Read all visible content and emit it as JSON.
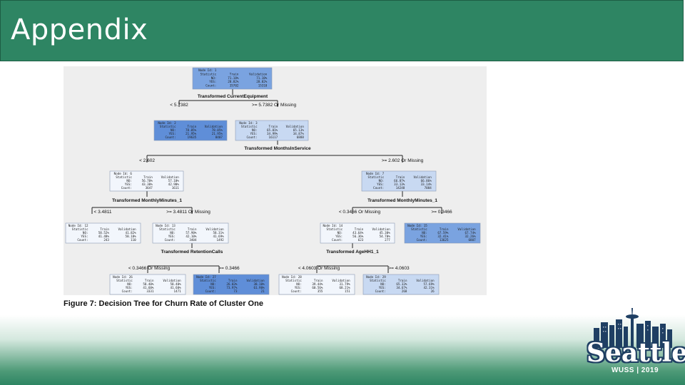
{
  "slide": {
    "title": "Appendix"
  },
  "figure": {
    "caption": "Figure 7: Decision Tree for Churn Rate of Cluster One",
    "nodes": {
      "n1": {
        "id": "1",
        "no": "71.18%",
        "no_v": "71.18%",
        "yes": "28.82%",
        "yes_v": "28.82%",
        "count": "35702",
        "count_v": "15310"
      },
      "n2": {
        "id": "2",
        "no": "78.05%",
        "no_v": "78.05%",
        "yes": "21.95%",
        "yes_v": "21.95%",
        "count": "19635",
        "count_v": "8407"
      },
      "n3": {
        "id": "3",
        "no": "65.01%",
        "no_v": "65.13%",
        "yes": "34.99%",
        "yes_v": "34.87%",
        "count": "16117",
        "count_v": "6888"
      },
      "n6": {
        "id": "6",
        "no": "56.70%",
        "no_v": "57.10%",
        "yes": "43.30%",
        "yes_v": "42.90%",
        "count": "3647",
        "count_v": "1611"
      },
      "n7": {
        "id": "7",
        "no": "66.87%",
        "no_v": "66.86%",
        "yes": "33.13%",
        "yes_v": "33.14%",
        "count": "14248",
        "count_v": "7084"
      },
      "n12": {
        "id": "12",
        "no": "58.52%",
        "no_v": "41.82%",
        "yes": "41.48%",
        "yes_v": "58.18%",
        "count": "243",
        "count_v": "110"
      },
      "n13": {
        "id": "13",
        "no": "57.90%",
        "no_v": "58.31%",
        "yes": "42.10%",
        "yes_v": "41.69%",
        "count": "3404",
        "count_v": "1492"
      },
      "n14": {
        "id": "14",
        "no": "43.64%",
        "no_v": "45.30%",
        "yes": "56.36%",
        "yes_v": "54.70%",
        "count": "623",
        "count_v": "277"
      },
      "n15": {
        "id": "15",
        "no": "67.59%",
        "no_v": "67.74%",
        "yes": "32.41%",
        "yes_v": "32.26%",
        "count": "13625",
        "count_v": "6807"
      },
      "n26": {
        "id": "26",
        "no": "58.40%",
        "no_v": "58.40%",
        "yes": "41.60%",
        "yes_v": "41.60%",
        "count": "3331",
        "count_v": "1471"
      },
      "n27": {
        "id": "27",
        "no": "26.03%",
        "no_v": "38.10%",
        "yes": "73.97%",
        "yes_v": "61.90%",
        "count": "73",
        "count_v": "21"
      },
      "n28": {
        "id": "28",
        "no": "39.44%",
        "no_v": "31.79%",
        "yes": "60.56%",
        "yes_v": "68.21%",
        "count": "355",
        "count_v": "151"
      },
      "n29": {
        "id": "29",
        "no": "65.33%",
        "no_v": "57.69%",
        "yes": "34.67%",
        "yes_v": "42.31%",
        "count": "268",
        "count_v": "26"
      }
    },
    "node_labels": {
      "node_id": "Node Id:",
      "statistic": "Statistic",
      "train": "Train",
      "validation": "Validation",
      "no": "NO:",
      "yes": "YES:",
      "count": "Count:"
    },
    "splits": {
      "s1": "Transformed CurrentEquipment",
      "s3": "Transformed MonthsInService",
      "s6": "Transformed MonthlyMinutes_1",
      "s7": "Transformed MonthlyMinutes_1",
      "s13": "Transformed RetentionCalls",
      "s14": "Transformed AgeHH1_1"
    },
    "edges": {
      "e2": "< 5.7382",
      "e3": ">= 5.7382 Or Missing",
      "e6": "< 2.602",
      "e7": ">= 2.602 Or Missing",
      "e12": "< 3.4811",
      "e13": ">= 3.4811 Or Missing",
      "e14": "< 0.3466 Or Missing",
      "e15": ">= 0.3466",
      "e26": "< 0.3466 Or Missing",
      "e27": ">= 0.3466",
      "e28": "< 4.0603 Or Missing",
      "e29": ">= 4.0603"
    },
    "colors": {
      "light": "#f2f6fc",
      "mid": "#c8d9f2",
      "dark": "#7aa3e0",
      "darker": "#5f8ed8"
    }
  },
  "logo": {
    "word": "Seattle",
    "sub": "WUSS | 2019"
  }
}
